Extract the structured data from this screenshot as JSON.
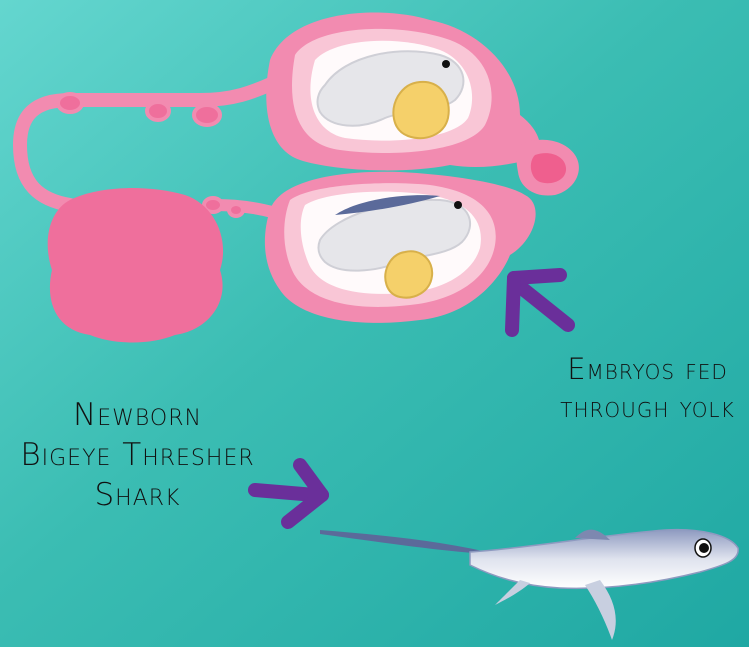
{
  "labels": {
    "embryos": [
      "Embryos fed",
      "through yolk"
    ],
    "newborn": [
      "Newborn",
      "Bigeye Thresher",
      "Shark"
    ]
  },
  "colors": {
    "background": "#3fbdb2",
    "uterus": "#f28bb0",
    "uterus_light": "#f9c6d6",
    "ovary": "#ef6f9c",
    "yolk": "#f5d06a",
    "arrow": "#6a2f9a",
    "shark_body": "#c8cfe0",
    "shark_dark": "#5b6a9a"
  },
  "icons": [
    "uterus-illustration",
    "ovary-shape",
    "embryo-shark-icon",
    "yolk-sac-icon",
    "arrow-icon",
    "thresher-shark-icon"
  ]
}
